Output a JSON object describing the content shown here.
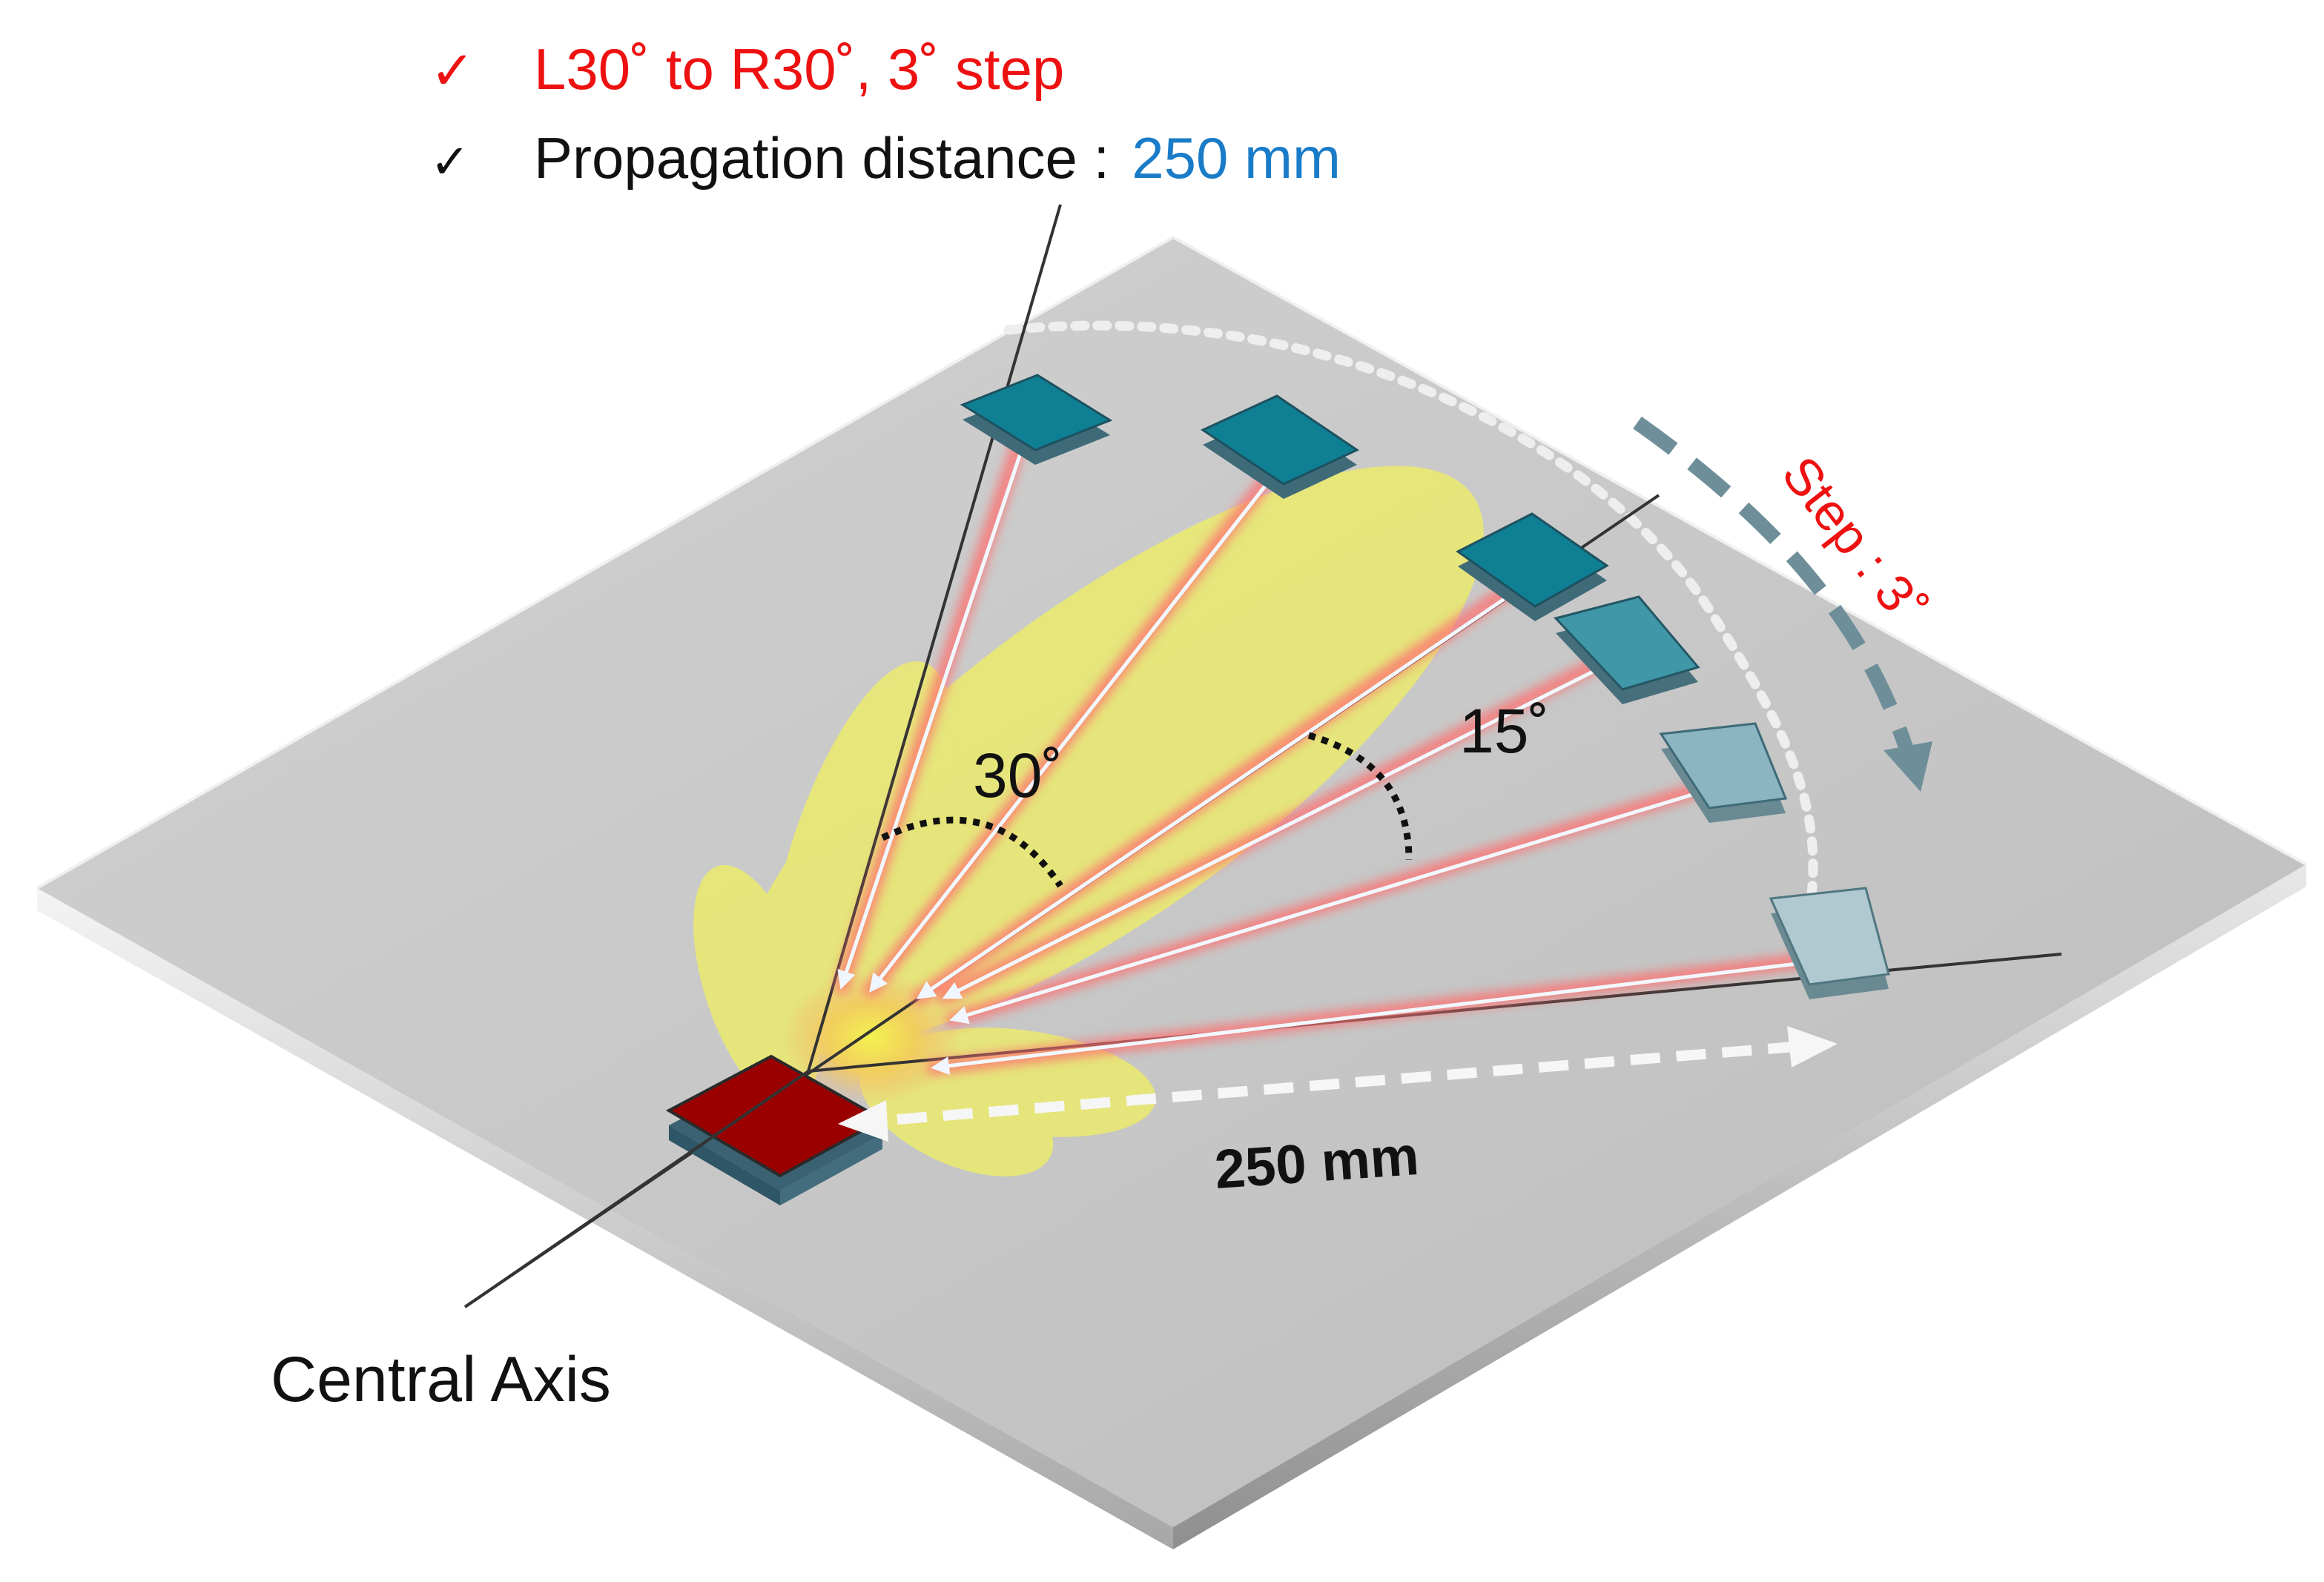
{
  "header": {
    "check_mark": "✓",
    "line1": "L30˚ to R30˚, 3˚ step",
    "line2_label": "Propagation distance :",
    "line2_value": "250 mm"
  },
  "labels": {
    "angle_30": "30˚",
    "angle_15": "15˚",
    "step": "Step : 3˚",
    "distance": "250 mm",
    "central_axis": "Central Axis"
  },
  "colors": {
    "red_text": "#ee1111",
    "blue_text": "#1a7cc8",
    "plate": "#c4c4c4",
    "transmitter": "#9a0000",
    "receiver_dark": "#0f7f94",
    "receiver_light": "#b0c8cf",
    "beam_glow": "#ff7a7a",
    "lobe": "#eeee55",
    "step_arrow": "#6e8f99"
  }
}
